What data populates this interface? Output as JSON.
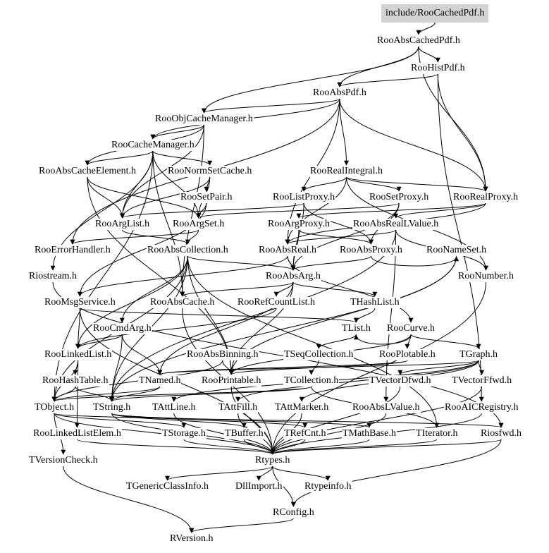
{
  "graph": {
    "root": "include/RooCachedPdf.h",
    "nodes": [
      {
        "id": "root",
        "label": "include/RooCachedPdf.h",
        "highlight": true
      },
      {
        "id": "absCachedPdf",
        "label": "RooAbsCachedPdf.h"
      },
      {
        "id": "histPdf",
        "label": "RooHistPdf.h"
      },
      {
        "id": "absPdf",
        "label": "RooAbsPdf.h"
      },
      {
        "id": "objCacheMgr",
        "label": "RooObjCacheManager.h"
      },
      {
        "id": "cacheMgr",
        "label": "RooCacheManager.h"
      },
      {
        "id": "absCacheElem",
        "label": "RooAbsCacheElement.h"
      },
      {
        "id": "normSetCache",
        "label": "RooNormSetCache.h"
      },
      {
        "id": "realIntegral",
        "label": "RooRealIntegral.h"
      },
      {
        "id": "setPair",
        "label": "RooSetPair.h"
      },
      {
        "id": "listProxy",
        "label": "RooListProxy.h"
      },
      {
        "id": "setProxy",
        "label": "RooSetProxy.h"
      },
      {
        "id": "realProxy",
        "label": "RooRealProxy.h"
      },
      {
        "id": "argList",
        "label": "RooArgList.h"
      },
      {
        "id": "argSet",
        "label": "RooArgSet.h"
      },
      {
        "id": "argProxy",
        "label": "RooArgProxy.h"
      },
      {
        "id": "absRealLValue",
        "label": "RooAbsRealLValue.h"
      },
      {
        "id": "errorHandler",
        "label": "RooErrorHandler.h"
      },
      {
        "id": "absCollection",
        "label": "RooAbsCollection.h"
      },
      {
        "id": "absReal",
        "label": "RooAbsReal.h"
      },
      {
        "id": "absProxy",
        "label": "RooAbsProxy.h"
      },
      {
        "id": "nameSet",
        "label": "RooNameSet.h"
      },
      {
        "id": "riostream",
        "label": "Riostream.h"
      },
      {
        "id": "absArg",
        "label": "RooAbsArg.h"
      },
      {
        "id": "number",
        "label": "RooNumber.h"
      },
      {
        "id": "msgService",
        "label": "RooMsgService.h"
      },
      {
        "id": "absCache",
        "label": "RooAbsCache.h"
      },
      {
        "id": "refCountList",
        "label": "RooRefCountList.h"
      },
      {
        "id": "hashList",
        "label": "THashList.h"
      },
      {
        "id": "cmdArg",
        "label": "RooCmdArg.h"
      },
      {
        "id": "tlist",
        "label": "TList.h"
      },
      {
        "id": "curve",
        "label": "RooCurve.h"
      },
      {
        "id": "linkedList",
        "label": "RooLinkedList.h"
      },
      {
        "id": "absBinning",
        "label": "RooAbsBinning.h"
      },
      {
        "id": "seqCollection",
        "label": "TSeqCollection.h"
      },
      {
        "id": "plotable",
        "label": "RooPlotable.h"
      },
      {
        "id": "tgraph",
        "label": "TGraph.h"
      },
      {
        "id": "hashTable",
        "label": "RooHashTable.h"
      },
      {
        "id": "tnamed",
        "label": "TNamed.h"
      },
      {
        "id": "printable",
        "label": "RooPrintable.h"
      },
      {
        "id": "tcollection",
        "label": "TCollection.h"
      },
      {
        "id": "vectorDfwd",
        "label": "TVectorDfwd.h"
      },
      {
        "id": "vectorFfwd",
        "label": "TVectorFfwd.h"
      },
      {
        "id": "tobject",
        "label": "TObject.h"
      },
      {
        "id": "tstring",
        "label": "TString.h"
      },
      {
        "id": "attLine",
        "label": "TAttLine.h"
      },
      {
        "id": "attFill",
        "label": "TAttFill.h"
      },
      {
        "id": "attMarker",
        "label": "TAttMarker.h"
      },
      {
        "id": "absLValue",
        "label": "RooAbsLValue.h"
      },
      {
        "id": "aicRegistry",
        "label": "RooAICRegistry.h"
      },
      {
        "id": "linkedListElem",
        "label": "RooLinkedListElem.h"
      },
      {
        "id": "tstorage",
        "label": "TStorage.h"
      },
      {
        "id": "tbuffer",
        "label": "TBuffer.h"
      },
      {
        "id": "refCnt",
        "label": "TRefCnt.h"
      },
      {
        "id": "mathBase",
        "label": "TMathBase.h"
      },
      {
        "id": "titerator",
        "label": "TIterator.h"
      },
      {
        "id": "riosfwd",
        "label": "Riosfwd.h"
      },
      {
        "id": "versionCheck",
        "label": "TVersionCheck.h"
      },
      {
        "id": "rtypes",
        "label": "Rtypes.h"
      },
      {
        "id": "genericClassInfo",
        "label": "TGenericClassInfo.h"
      },
      {
        "id": "dllImport",
        "label": "DllImport.h"
      },
      {
        "id": "rtypeinfo",
        "label": "Rtypeinfo.h"
      },
      {
        "id": "rconfig",
        "label": "RConfig.h"
      },
      {
        "id": "rversion",
        "label": "RVersion.h"
      }
    ],
    "edges": [
      [
        "root",
        "absCachedPdf"
      ],
      [
        "absCachedPdf",
        "absPdf"
      ],
      [
        "absCachedPdf",
        "histPdf"
      ],
      [
        "absCachedPdf",
        "realProxy"
      ],
      [
        "absCachedPdf",
        "objCacheMgr"
      ],
      [
        "histPdf",
        "absPdf"
      ],
      [
        "histPdf",
        "realProxy"
      ],
      [
        "histPdf",
        "aicRegistry"
      ],
      [
        "absPdf",
        "realIntegral"
      ],
      [
        "absPdf",
        "objCacheMgr"
      ],
      [
        "absPdf",
        "absReal"
      ],
      [
        "absPdf",
        "realProxy"
      ],
      [
        "absPdf",
        "cacheMgr"
      ],
      [
        "absPdf",
        "errorHandler"
      ],
      [
        "objCacheMgr",
        "cacheMgr"
      ],
      [
        "objCacheMgr",
        "absCacheElem"
      ],
      [
        "objCacheMgr",
        "argList"
      ],
      [
        "objCacheMgr",
        "absCache"
      ],
      [
        "cacheMgr",
        "absCacheElem"
      ],
      [
        "cacheMgr",
        "normSetCache"
      ],
      [
        "cacheMgr",
        "argList"
      ],
      [
        "cacheMgr",
        "absCache"
      ],
      [
        "cacheMgr",
        "riostream"
      ],
      [
        "cacheMgr",
        "tobject"
      ],
      [
        "cacheMgr",
        "argSet"
      ],
      [
        "absCacheElem",
        "argList"
      ],
      [
        "absCacheElem",
        "printable"
      ],
      [
        "absCacheElem",
        "argSet"
      ],
      [
        "normSetCache",
        "setPair"
      ],
      [
        "normSetCache",
        "argSet"
      ],
      [
        "normSetCache",
        "argList"
      ],
      [
        "realIntegral",
        "absReal"
      ],
      [
        "realIntegral",
        "setProxy"
      ],
      [
        "realIntegral",
        "listProxy"
      ],
      [
        "realIntegral",
        "realProxy"
      ],
      [
        "realIntegral",
        "number"
      ],
      [
        "setPair",
        "argSet"
      ],
      [
        "setPair",
        "msgService"
      ],
      [
        "listProxy",
        "argList"
      ],
      [
        "listProxy",
        "absProxy"
      ],
      [
        "listProxy",
        "absArg"
      ],
      [
        "setProxy",
        "argSet"
      ],
      [
        "setProxy",
        "absProxy"
      ],
      [
        "setProxy",
        "absArg"
      ],
      [
        "realProxy",
        "argProxy"
      ],
      [
        "realProxy",
        "absRealLValue"
      ],
      [
        "realProxy",
        "absReal"
      ],
      [
        "argList",
        "absCollection"
      ],
      [
        "argSet",
        "absCollection"
      ],
      [
        "argSet",
        "errorHandler"
      ],
      [
        "argProxy",
        "absArg"
      ],
      [
        "argProxy",
        "absProxy"
      ],
      [
        "absRealLValue",
        "absReal"
      ],
      [
        "absRealLValue",
        "number"
      ],
      [
        "absRealLValue",
        "absLValue"
      ],
      [
        "absRealLValue",
        "tstring"
      ],
      [
        "absCollection",
        "absArg"
      ],
      [
        "absCollection",
        "tobject"
      ],
      [
        "absCollection",
        "tstring"
      ],
      [
        "absCollection",
        "titerator"
      ],
      [
        "absCollection",
        "printable"
      ],
      [
        "absCollection",
        "linkedList"
      ],
      [
        "absCollection",
        "cmdArg"
      ],
      [
        "absReal",
        "absArg"
      ],
      [
        "absReal",
        "curve"
      ],
      [
        "absReal",
        "msgService"
      ],
      [
        "absProxy",
        "absArg"
      ],
      [
        "absProxy",
        "nameSet"
      ],
      [
        "nameSet",
        "tstring"
      ],
      [
        "nameSet",
        "printable"
      ],
      [
        "riostream",
        "riosfwd"
      ],
      [
        "absArg",
        "absCache"
      ],
      [
        "absArg",
        "refCountList"
      ],
      [
        "absArg",
        "hashList"
      ],
      [
        "absArg",
        "tnamed"
      ],
      [
        "absArg",
        "printable"
      ],
      [
        "number",
        "rtypes"
      ],
      [
        "msgService",
        "linkedList"
      ],
      [
        "msgService",
        "tlist"
      ],
      [
        "msgService",
        "rtypes"
      ],
      [
        "absCache",
        "rtypes"
      ],
      [
        "refCountList",
        "linkedList"
      ],
      [
        "hashList",
        "tlist"
      ],
      [
        "cmdArg",
        "tnamed"
      ],
      [
        "cmdArg",
        "tstring"
      ],
      [
        "cmdArg",
        "linkedList"
      ],
      [
        "tlist",
        "seqCollection"
      ],
      [
        "curve",
        "tgraph"
      ],
      [
        "curve",
        "plotable"
      ],
      [
        "curve",
        "printable"
      ],
      [
        "curve",
        "tlist"
      ],
      [
        "linkedList",
        "hashTable"
      ],
      [
        "linkedList",
        "linkedListElem"
      ],
      [
        "linkedList",
        "tobject"
      ],
      [
        "absBinning",
        "printable"
      ],
      [
        "absBinning",
        "tobject"
      ],
      [
        "seqCollection",
        "tcollection"
      ],
      [
        "plotable",
        "printable"
      ],
      [
        "plotable",
        "tnamed"
      ],
      [
        "tgraph",
        "tnamed"
      ],
      [
        "tgraph",
        "attLine"
      ],
      [
        "tgraph",
        "attFill"
      ],
      [
        "tgraph",
        "attMarker"
      ],
      [
        "tgraph",
        "vectorDfwd"
      ],
      [
        "tgraph",
        "vectorFfwd"
      ],
      [
        "hashTable",
        "tobject"
      ],
      [
        "hashTable",
        "tstring"
      ],
      [
        "tnamed",
        "tobject"
      ],
      [
        "tnamed",
        "tstring"
      ],
      [
        "printable",
        "rtypes"
      ],
      [
        "tcollection",
        "tobject"
      ],
      [
        "tcollection",
        "titerator"
      ],
      [
        "tcollection",
        "tstring"
      ],
      [
        "vectorDfwd",
        "rtypes"
      ],
      [
        "vectorFfwd",
        "rtypes"
      ],
      [
        "tobject",
        "tstorage"
      ],
      [
        "tobject",
        "versionCheck"
      ],
      [
        "tobject",
        "riosfwd"
      ],
      [
        "tobject",
        "rtypes"
      ],
      [
        "tstring",
        "tbuffer"
      ],
      [
        "tstring",
        "refCnt"
      ],
      [
        "tstring",
        "mathBase"
      ],
      [
        "tstring",
        "rtypes"
      ],
      [
        "attLine",
        "rtypes"
      ],
      [
        "attFill",
        "rtypes"
      ],
      [
        "attMarker",
        "rtypes"
      ],
      [
        "absLValue",
        "rtypes"
      ],
      [
        "aicRegistry",
        "rtypes"
      ],
      [
        "linkedListElem",
        "rtypes"
      ],
      [
        "tstorage",
        "rtypes"
      ],
      [
        "tbuffer",
        "rtypes"
      ],
      [
        "refCnt",
        "rtypes"
      ],
      [
        "mathBase",
        "rtypes"
      ],
      [
        "titerator",
        "rtypes"
      ],
      [
        "riosfwd",
        "rtypes"
      ],
      [
        "riosfwd",
        "rconfig"
      ],
      [
        "versionCheck",
        "rversion"
      ],
      [
        "rtypes",
        "genericClassInfo"
      ],
      [
        "rtypes",
        "dllImport"
      ],
      [
        "rtypes",
        "rtypeinfo"
      ],
      [
        "rtypes",
        "rconfig"
      ],
      [
        "rconfig",
        "rversion"
      ]
    ]
  }
}
